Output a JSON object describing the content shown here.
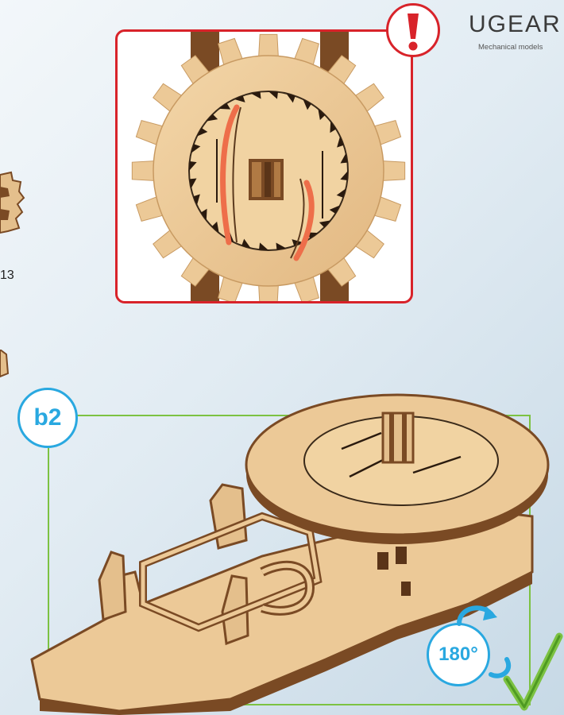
{
  "brand": {
    "name": "UGEAR",
    "tagline": "Mechanical models"
  },
  "step": {
    "label": "b2"
  },
  "rotation": {
    "label": "180°"
  },
  "part": {
    "number": "13"
  },
  "colors": {
    "warning_red": "#d8232a",
    "step_blue": "#29a8e0",
    "frame_green": "#7cc242",
    "wood_light": "#ecc997",
    "wood_dark": "#7a4a24",
    "highlight_orange": "#ee6e4a"
  },
  "icons": {
    "warning": "exclamation-icon",
    "rotate": "rotate-arrow-icon",
    "check": "checkmark-icon"
  }
}
